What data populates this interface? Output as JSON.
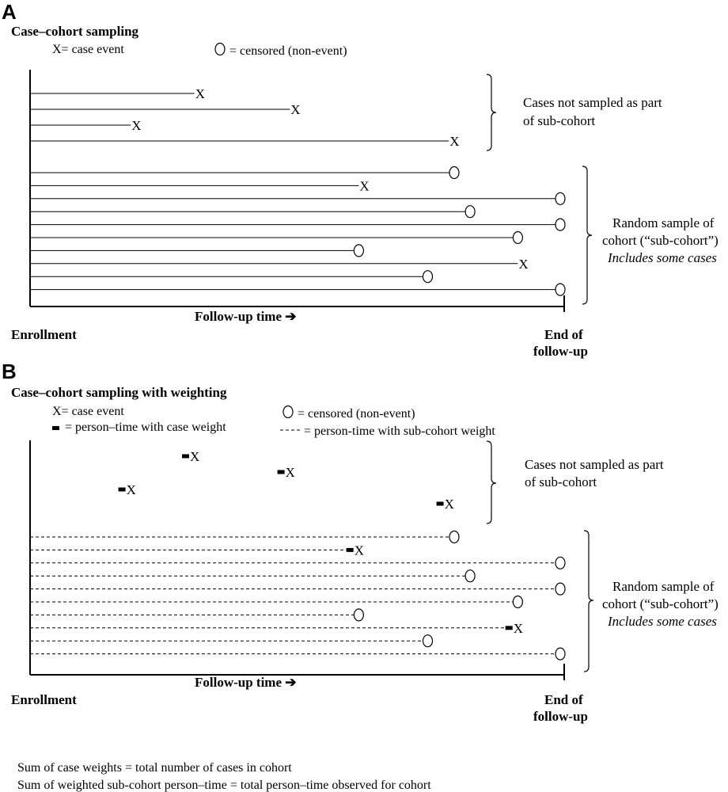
{
  "panel_a": {
    "letter": "A",
    "title": "Case–cohort sampling",
    "legend_case": "X= case event",
    "legend_censored": "= censored (non-event)",
    "axis_start": "Enrollment",
    "axis_mid": "Follow-up time ➔",
    "axis_end_1": "End of",
    "axis_end_2": "follow-up",
    "brace_top_1": "Cases not sampled as part",
    "brace_top_2": "of sub-cohort",
    "brace_bottom_1": "Random sample of",
    "brace_bottom_2": "cohort (“sub-cohort”)",
    "brace_bottom_3": "Includes some cases",
    "x_glyph": "X",
    "cases": [
      {
        "end": 0.31,
        "outcome": "event"
      },
      {
        "end": 0.49,
        "outcome": "event"
      },
      {
        "end": 0.19,
        "outcome": "event"
      },
      {
        "end": 0.79,
        "outcome": "event"
      }
    ],
    "subcohort": [
      {
        "end": 0.8,
        "outcome": "censored"
      },
      {
        "end": 0.62,
        "outcome": "event"
      },
      {
        "end": 1.0,
        "outcome": "censored"
      },
      {
        "end": 0.83,
        "outcome": "censored"
      },
      {
        "end": 1.0,
        "outcome": "censored"
      },
      {
        "end": 0.92,
        "outcome": "censored"
      },
      {
        "end": 0.62,
        "outcome": "censored"
      },
      {
        "end": 0.92,
        "outcome": "event"
      },
      {
        "end": 0.75,
        "outcome": "censored"
      },
      {
        "end": 1.0,
        "outcome": "censored"
      }
    ]
  },
  "panel_b": {
    "letter": "B",
    "title": "Case–cohort sampling with weighting",
    "legend_case": "X= case event",
    "legend_case_weight": "= person–time with case weight",
    "legend_censored": "= censored (non-event)",
    "legend_subcohort_weight": "= person-time with sub-cohort weight",
    "axis_start": "Enrollment",
    "axis_mid": "Follow-up time ➔",
    "axis_end_1": "End of",
    "axis_end_2": "follow-up",
    "brace_top_1": "Cases not sampled as part",
    "brace_top_2": "of sub-cohort",
    "brace_bottom_1": "Random sample of",
    "brace_bottom_2": "cohort (“sub-cohort”)",
    "brace_bottom_3": "Includes some cases",
    "x_glyph": "X",
    "cases": [
      0.3,
      0.48,
      0.18,
      0.78
    ],
    "subcohort": [
      {
        "end": 0.8,
        "outcome": "censored"
      },
      {
        "end": 0.61,
        "outcome": "event"
      },
      {
        "end": 1.0,
        "outcome": "censored"
      },
      {
        "end": 0.83,
        "outcome": "censored"
      },
      {
        "end": 1.0,
        "outcome": "censored"
      },
      {
        "end": 0.92,
        "outcome": "censored"
      },
      {
        "end": 0.62,
        "outcome": "censored"
      },
      {
        "end": 0.91,
        "outcome": "event"
      },
      {
        "end": 0.75,
        "outcome": "censored"
      },
      {
        "end": 1.0,
        "outcome": "censored"
      }
    ]
  },
  "footer": {
    "line1": "Sum of case weights = total number of cases in cohort",
    "line2": "Sum of weighted sub-cohort person–time = total person–time observed for cohort"
  }
}
